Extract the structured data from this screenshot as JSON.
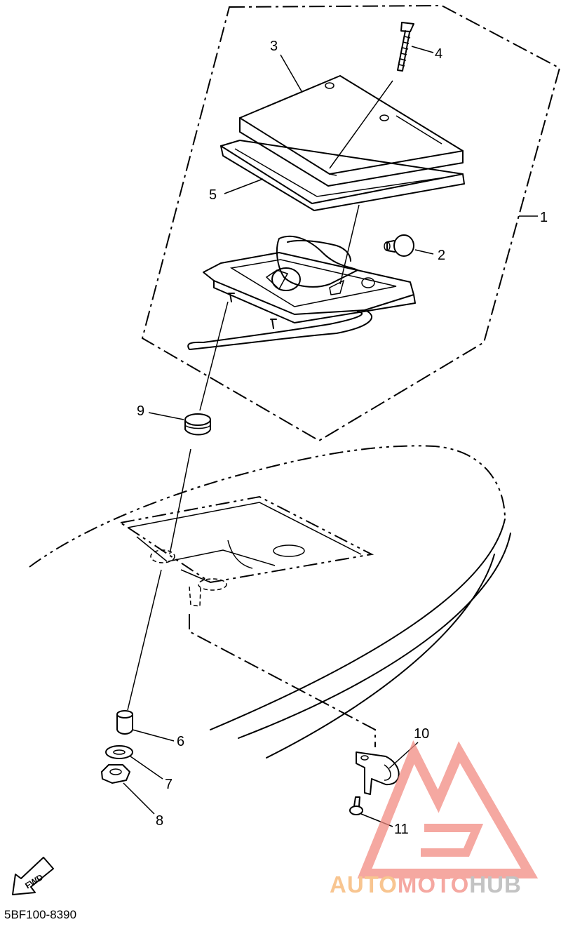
{
  "callouts": {
    "c1": "1",
    "c2": "2",
    "c3": "3",
    "c4": "4",
    "c5": "5",
    "c6": "6",
    "c7": "7",
    "c8": "8",
    "c9": "9",
    "c10": "10",
    "c11": "11"
  },
  "fwd_label": "FWD",
  "diagram_code": "5BF100-8390",
  "watermark": {
    "part1": "AUTO",
    "part2": "MOTO",
    "part3": "HUB",
    "color_orange": "#f6b26b",
    "color_red": "#f28b82",
    "color_gray": "#b0b0b0"
  }
}
